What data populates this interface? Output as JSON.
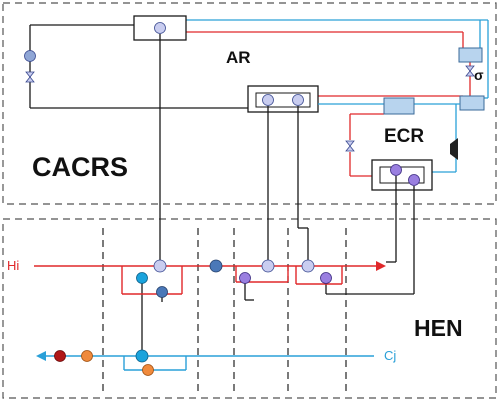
{
  "sections": {
    "upper": {
      "label": "CACRS"
    },
    "lower": {
      "label": "HEN"
    }
  },
  "labels": {
    "ar": "AR",
    "ecr": "ECR"
  },
  "streams": {
    "hot": {
      "label": "Hi",
      "color": "#e0282a"
    },
    "cold": {
      "label": "Cj",
      "color": "#2aa0d8"
    }
  },
  "colors": {
    "frame": "#555555",
    "line_black": "#1a1a1a",
    "line_red": "#e0282a",
    "line_blue": "#2aa0d8",
    "node_lavender": "#c9cdf0",
    "node_purple": "#9a7fe0",
    "node_steel": "#4a78b8",
    "node_cyan": "#1aa3dc",
    "node_orange": "#f08a3c",
    "node_darkred": "#b01818",
    "component_fill": "#b8d4ee",
    "compressor": "#222222"
  }
}
